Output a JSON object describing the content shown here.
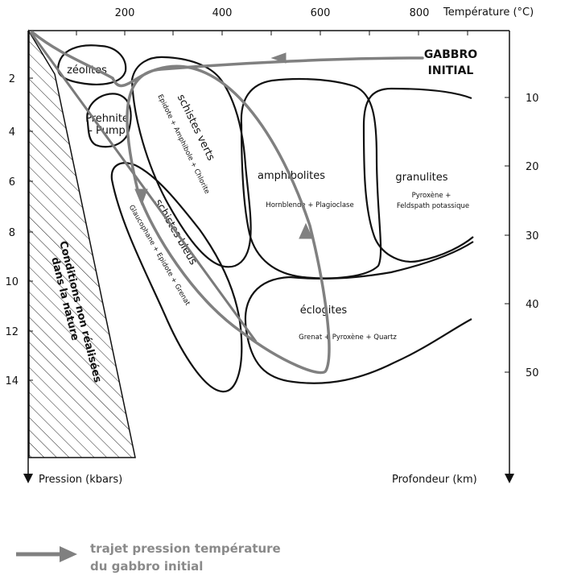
{
  "axes": {
    "temperature_label": "Température (°C)",
    "pressure_label": "Pression (kbars)",
    "depth_label": "Profondeur (km)",
    "temperature_ticks": [
      "200",
      "400",
      "600",
      "800"
    ],
    "pressure_ticks": [
      "2",
      "4",
      "6",
      "8",
      "10",
      "12",
      "14"
    ],
    "depth_ticks": [
      "10",
      "20",
      "30",
      "40",
      "50"
    ]
  },
  "fields": {
    "zeolites": "zéolites",
    "prehnite_line1": "Prehnite",
    "prehnite_line2": "- Pump",
    "schistes_verts": "schistes verts",
    "schistes_verts_minerals": "Epidote + Amphibole + Chlorite",
    "schistes_bleus": "schistes bleus",
    "schistes_bleus_minerals": "Glaucophane + Epidote + Grenat",
    "amphibolites": "amphibolites",
    "amphibolites_minerals": "Hornblende + Plagioclase",
    "granulites": "granulites",
    "granulites_minerals_1": "Pyroxène +",
    "granulites_minerals_2": "Feldspath potassique",
    "eclogites": "éclogites",
    "eclogites_minerals": "Grenat + Pyroxène + Quartz"
  },
  "forbidden_zone": {
    "line1": "Conditions non réalisées",
    "line2": "dans la nature"
  },
  "gabbro": {
    "line1": "GABBRO",
    "line2": "INITIAL"
  },
  "legend": {
    "line1": "trajet pression température",
    "line2": "du gabbro initial"
  },
  "colors": {
    "path": "#808080",
    "outline": "#111111"
  }
}
